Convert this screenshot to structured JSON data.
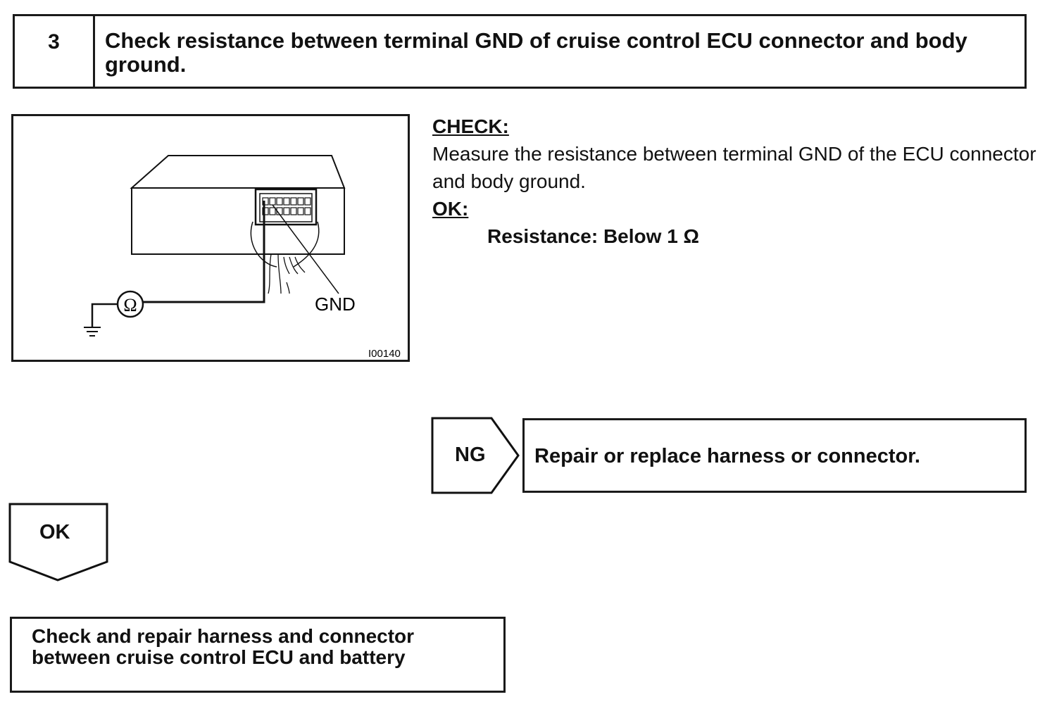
{
  "step": {
    "number": "3",
    "title": "Check resistance between terminal GND of cruise control ECU connector and body ground."
  },
  "figure": {
    "gnd_label": "GND",
    "ohm_symbol": "Ω",
    "figure_id": "I00140"
  },
  "check": {
    "check_heading": "CHECK:",
    "check_text": "Measure the resistance between terminal GND of the ECU connector and body ground.",
    "ok_heading": "OK:",
    "spec": "Resistance: Below 1 Ω"
  },
  "ng": {
    "label": "NG",
    "action": "Repair or replace harness or connector."
  },
  "ok": {
    "label": "OK"
  },
  "next": {
    "text": "Check and repair harness and connector between cruise control ECU and battery"
  }
}
